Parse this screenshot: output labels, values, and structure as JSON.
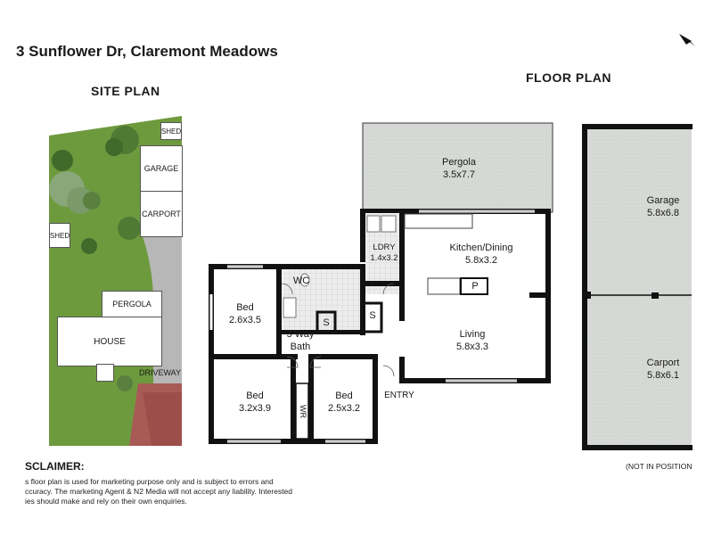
{
  "address": "3 Sunflower Dr, Claremont Meadows",
  "site_plan": {
    "title": "SITE PLAN",
    "labels": {
      "shed_top": "SHED",
      "garage": "GARAGE",
      "carport": "CARPORT",
      "shed_left": "SHED",
      "pergola": "PERGOLA",
      "house": "HOUSE",
      "driveway": "DRIVEWAY"
    }
  },
  "floor_plan": {
    "title": "FLOOR PLAN",
    "rooms": {
      "pergola": {
        "name": "Pergola",
        "size": "3.5x7.7"
      },
      "laundry": {
        "name": "LDRY",
        "size": "1.4x3.2"
      },
      "kitchen": {
        "name": "Kitchen/Dining",
        "size": "5.8x3.2"
      },
      "pantry": "P",
      "wc": "WC",
      "bed1": {
        "name": "Bed",
        "size": "2.6x3.5"
      },
      "bath": {
        "name": "3 Way",
        "sub": "Bath"
      },
      "shower1": "S",
      "shower2": "S",
      "living": {
        "name": "Living",
        "size": "5.8x3.3"
      },
      "bed2": {
        "name": "Bed",
        "size": "3.2x3.9"
      },
      "wardrobe": "WR",
      "bed3": {
        "name": "Bed",
        "size": "2.5x3.2"
      },
      "entry": "ENTRY",
      "garage": {
        "name": "Garage",
        "size": "5.8x6.8"
      },
      "carport": {
        "name": "Carport",
        "size": "5.8x6.1"
      }
    },
    "note": "(NOT IN POSITION"
  },
  "disclaimer": {
    "title": "SCLAIMER:",
    "lines": [
      "s floor plan is used for marketing purpose only and is subject to errors and",
      "ccuracy. The marketing Agent & N2 Media will not accept any liability. Interested",
      "ies should make and rely on their own enquiries."
    ]
  },
  "colors": {
    "lawn": "#6e9a3e",
    "paving": "#b7b7b7",
    "driveway_red": "#a85a55",
    "floor_grey": "#d6d9d5",
    "wall": "#111111"
  }
}
